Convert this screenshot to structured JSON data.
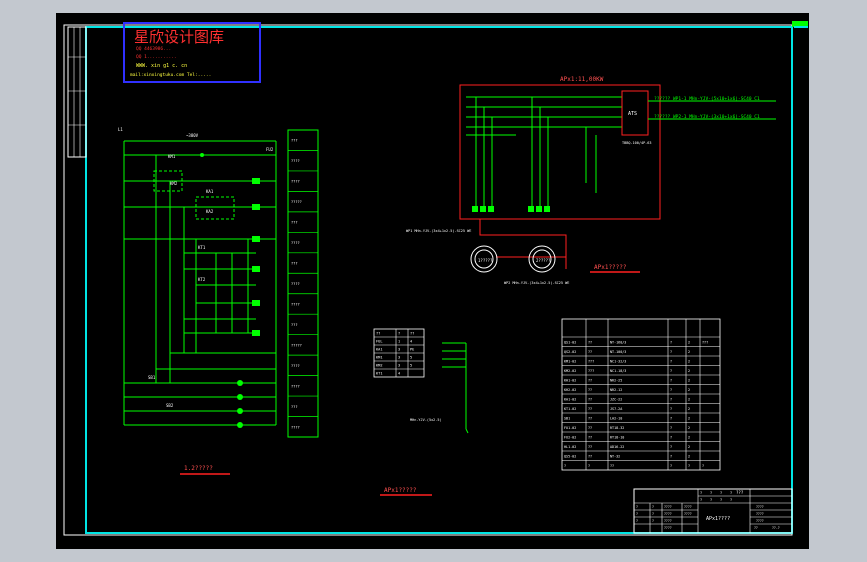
{
  "colors": {
    "frame": "#00e5e5",
    "wire": "#00ff00",
    "accent": "#ff2020",
    "text": "#ffffff",
    "watermark_text": "#ff3030",
    "watermark_border": "#3030ff",
    "canvas": "#000000",
    "chrome": "#c3c8cf"
  },
  "watermark": {
    "title": "星欣设计图库",
    "line1": "QQ 4463986...",
    "line2": "QQ 1...........",
    "line3": "WWW. xin g1 c. cn",
    "line4": "mail:xinxingtuku.com Tel:....."
  },
  "distribution_panel": {
    "title": "APx1:11,00KW",
    "lines": [
      "?????? WP1-1 MHn-YJV-(5x10+1x6)-SC40 C1",
      "?????? WP2-1 MHn-YJV-(3x10+1x6)-SC40 C1"
    ],
    "ats_label": "ATS",
    "ats_sub": "TBBQ-100/4P-63",
    "cable_note": "WP1 MHn-YJV-(3x4+1x2.5)-SC25 WE",
    "cable_note2": "WP2 MHn-YJV-(3x4+1x2.5)-SC25 WE",
    "motor1": "1?????",
    "motor2": "2?????",
    "caption": "APx1?????"
  },
  "control_circuit": {
    "top_label": "~380V",
    "left_label": "L1",
    "right_label": "FU2",
    "relays": [
      "KM1",
      "KM2",
      "KA1",
      "KA2",
      "KT1",
      "KT2",
      "SB1",
      "SB2"
    ],
    "caption": "1.2?????"
  },
  "function_column": [
    "???",
    "????",
    "????",
    "?????",
    "???",
    "????",
    "???",
    "????",
    "????",
    "???",
    "?????",
    "????",
    "????",
    "???",
    "????"
  ],
  "terminal_table": {
    "headers": [
      "??",
      "?",
      "??"
    ],
    "rows": [
      [
        "FUL",
        "1",
        "4"
      ],
      [
        "KA1",
        "3",
        "PE"
      ],
      [
        "KM1",
        "3",
        "5"
      ],
      [
        "KM2",
        "3",
        "5"
      ],
      [
        "KT1",
        "4",
        ""
      ]
    ],
    "cable_label": "MHn-YJV-(5x2.5)"
  },
  "bom_table": {
    "rows": [
      [
        "QS1-02",
        "??",
        "NT-160/3",
        "?",
        "2",
        "???"
      ],
      [
        "QS2-02",
        "??",
        "NT-100/3",
        "?",
        "2",
        ""
      ],
      [
        "KM1-02",
        "???",
        "NC1-32/3",
        "?",
        "2",
        ""
      ],
      [
        "KM2-02",
        "???",
        "NC1-18/3",
        "?",
        "2",
        ""
      ],
      [
        "KH1-02",
        "??",
        "NR2-25",
        "?",
        "2",
        ""
      ],
      [
        "KH2-02",
        "??",
        "NR2-12",
        "?",
        "2",
        ""
      ],
      [
        "KA1-02",
        "??",
        "JZC-22",
        "?",
        "2",
        ""
      ],
      [
        "KT1-02",
        "??",
        "JS7-2A",
        "?",
        "2",
        ""
      ],
      [
        "SB1",
        "??",
        "LA2-10",
        "?",
        "2",
        ""
      ],
      [
        "FU1-02",
        "??",
        "RT18-32",
        "?",
        "2",
        ""
      ],
      [
        "FU2-02",
        "??",
        "RT18-10",
        "?",
        "2",
        ""
      ],
      [
        "HL1-02",
        "??",
        "AD16-22",
        "?",
        "2",
        ""
      ],
      [
        "QS5-02",
        "??",
        "NT-32",
        "?",
        "2",
        ""
      ]
    ],
    "footer": [
      "?",
      "?",
      "??",
      "?",
      "?",
      "?"
    ]
  },
  "bottom_caption": "APx1?????",
  "title_block": {
    "drawing_name": "APx1????",
    "project_label": "???",
    "r1": [
      "?",
      "?",
      "?",
      "?"
    ],
    "r2": [
      "?",
      "?",
      "?",
      "?"
    ],
    "left_cells": [
      "?",
      "?",
      "?",
      "?",
      "?",
      "?"
    ],
    "sign_cells": [
      "????",
      "????",
      "????",
      "????",
      "????",
      "????"
    ],
    "right_cells": [
      "????",
      "????",
      "????"
    ],
    "scale": "??",
    "sheet": "??-?"
  }
}
